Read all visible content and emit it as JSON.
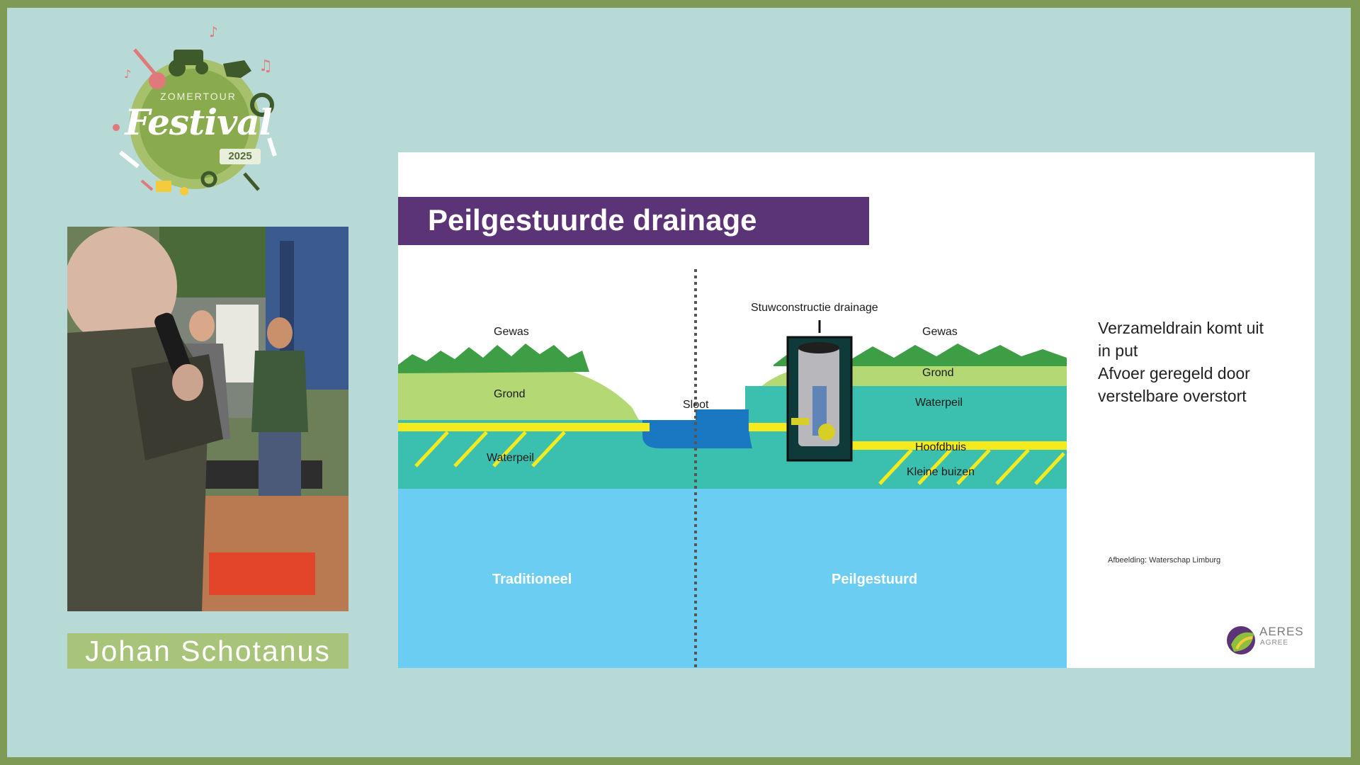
{
  "logo": {
    "line1": "ZOMERTOUR",
    "line2": "Festival",
    "year": "2025"
  },
  "speaker": {
    "name": "Johan Schotanus"
  },
  "slide": {
    "title": "Peilgestuurde drainage",
    "labels": {
      "gewas_left": "Gewas",
      "grond_left": "Grond",
      "waterpeil_left": "Waterpeil",
      "sloot": "Sloot",
      "stuwconstructie": "Stuwconstructie drainage",
      "gewas_right": "Gewas",
      "grond_right": "Grond",
      "waterpeil_right": "Waterpeil",
      "hoofdbuis": "Hoofdbuis",
      "kleine_buizen": "Kleine buizen",
      "traditioneel": "Traditioneel",
      "peilgestuurd": "Peilgestuurd"
    },
    "side_text": [
      "Verzameldrain komt uit",
      "in put",
      "Afvoer geregeld door",
      "verstelbare overstort"
    ],
    "credit": "Afbeelding: Waterschap Limburg",
    "brand": {
      "name": "AERES",
      "sub": "AGREE"
    }
  },
  "colors": {
    "frame": "#7e9a54",
    "background": "#b8dad7",
    "title_bar": "#5b3477",
    "groundwater": "#6bcdf2",
    "waterpeil": "#3bbfae",
    "grond": "#b4d873",
    "drain": "#f5ea1e",
    "sloot": "#1a78c2"
  }
}
